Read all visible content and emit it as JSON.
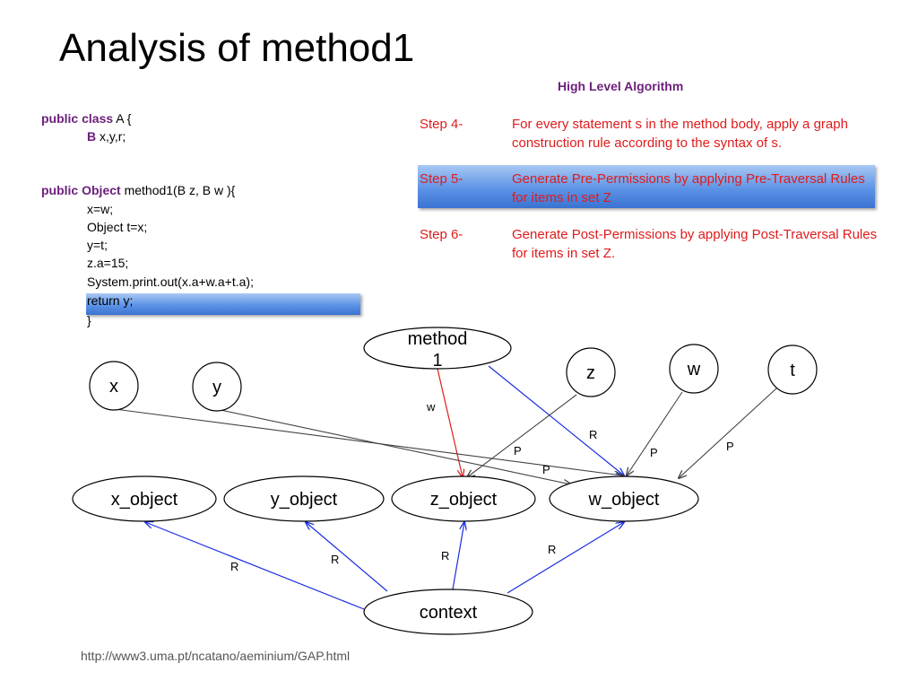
{
  "slide": {
    "title": "Analysis of method1",
    "footer_url": "http://www3.uma.pt/ncatano/aeminium/GAP.html"
  },
  "code": {
    "line1_kw": "public class",
    "line1_rest": " A {",
    "line2_kw": "B",
    "line2_rest": " x,y,r;",
    "line3_kw": "public Object",
    "line3_rest": " method1(B z, B w ){",
    "body": [
      "x=w;",
      "Object t=x;",
      "y=t;",
      "z.a=15;",
      "System.print.out(x.a+w.a+t.a);",
      "return y;",
      "}"
    ],
    "highlighted_line": "return y;"
  },
  "algorithm": {
    "heading": "High Level Algorithm",
    "steps": [
      {
        "label": "Step 4-",
        "text": "For every statement s in the method body, apply a graph construction rule according to the syntax of s.",
        "highlighted": false
      },
      {
        "label": "Step 5-",
        "text": "Generate Pre-Permissions by applying Pre-Traversal Rules for items in set Z",
        "highlighted": true
      },
      {
        "label": "Step 6-",
        "text": "Generate Post-Permissions by applying Post-Traversal Rules for items in set Z.",
        "highlighted": false
      }
    ]
  },
  "graph": {
    "nodes": {
      "method1_line1": "method",
      "method1_line2": "1",
      "x": "x",
      "y": "y",
      "z": "z",
      "w": "w",
      "t": "t",
      "x_object": "x_object",
      "y_object": "y_object",
      "z_object": "z_object",
      "w_object": "w_object",
      "context": "context"
    },
    "edges": [
      {
        "from": "method1",
        "to": "z_object",
        "label": "w",
        "color": "#e01b1b"
      },
      {
        "from": "method1",
        "to": "w_object",
        "label": "R",
        "color": "#1a2ee0"
      },
      {
        "from": "z",
        "to": "z_object",
        "label": "P",
        "color": "#444444"
      },
      {
        "from": "x",
        "to": "w_object",
        "label": "P",
        "color": "#444444"
      },
      {
        "from": "y",
        "to": "w_object",
        "label": "",
        "color": "#444444"
      },
      {
        "from": "w",
        "to": "w_object",
        "label": "P",
        "color": "#444444"
      },
      {
        "from": "t",
        "to": "w_object",
        "label": "P",
        "color": "#444444"
      },
      {
        "from": "context",
        "to": "x_object",
        "label": "R",
        "color": "#1a2ee0"
      },
      {
        "from": "context",
        "to": "y_object",
        "label": "R",
        "color": "#1a2ee0"
      },
      {
        "from": "context",
        "to": "z_object",
        "label": "R",
        "color": "#1a2ee0"
      },
      {
        "from": "context",
        "to": "w_object",
        "label": "R",
        "color": "#1a2ee0"
      }
    ],
    "colors": {
      "read_edge": "#1a2ee0",
      "write_edge": "#e01b1b",
      "pointer_edge": "#444444",
      "step_text": "#e01b1b",
      "keyword": "#6b1f7a"
    }
  }
}
